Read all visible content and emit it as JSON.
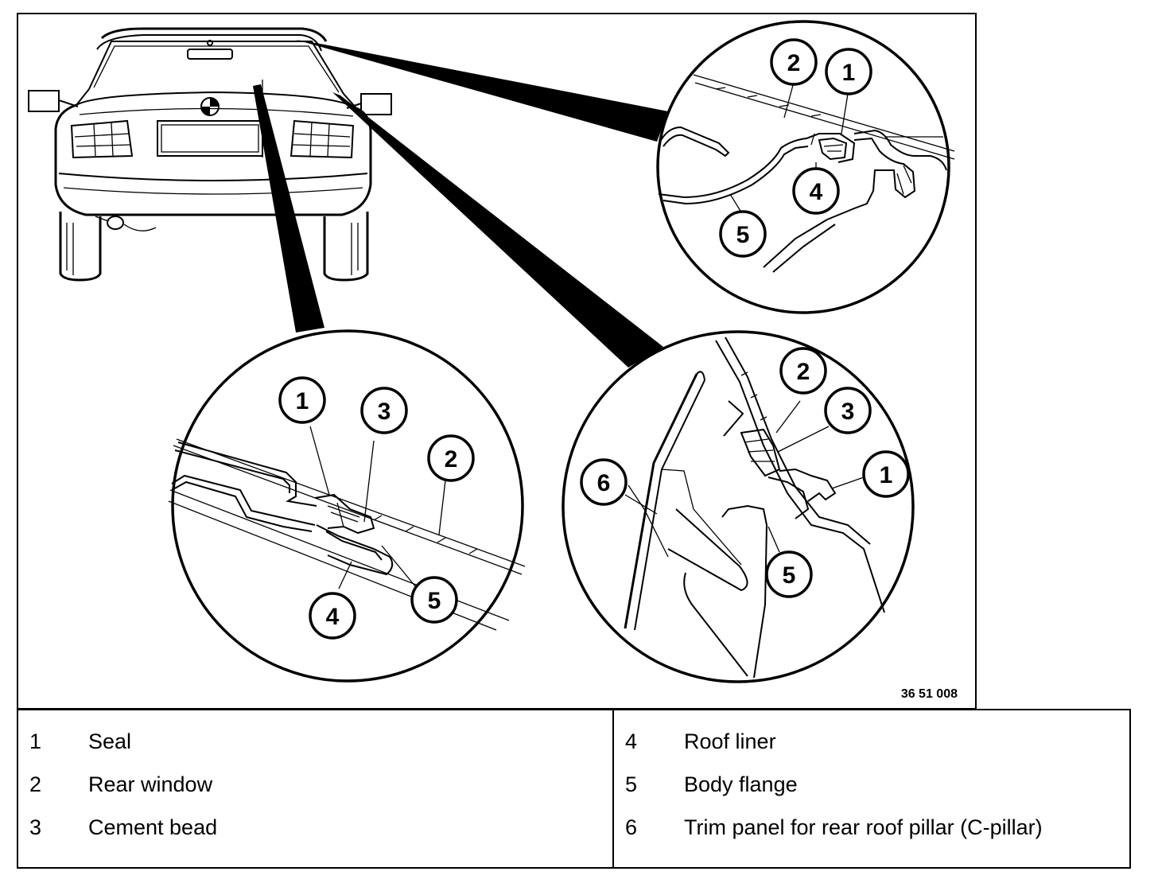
{
  "figure_code": "36 51 008",
  "detail_top_right": {
    "callouts": [
      "2",
      "1",
      "4",
      "5"
    ]
  },
  "detail_bottom_left": {
    "callouts": [
      "1",
      "3",
      "2",
      "5",
      "4"
    ]
  },
  "detail_bottom_right": {
    "callouts": [
      "2",
      "3",
      "1",
      "6",
      "5"
    ]
  },
  "legend": {
    "left": [
      {
        "num": "1",
        "text": "Seal"
      },
      {
        "num": "2",
        "text": "Rear window"
      },
      {
        "num": "3",
        "text": "Cement bead"
      }
    ],
    "right": [
      {
        "num": "4",
        "text": "Roof liner"
      },
      {
        "num": "5",
        "text": "Body flange"
      },
      {
        "num": "6",
        "text": "Trim panel for rear roof pillar (C-pillar)"
      }
    ]
  }
}
